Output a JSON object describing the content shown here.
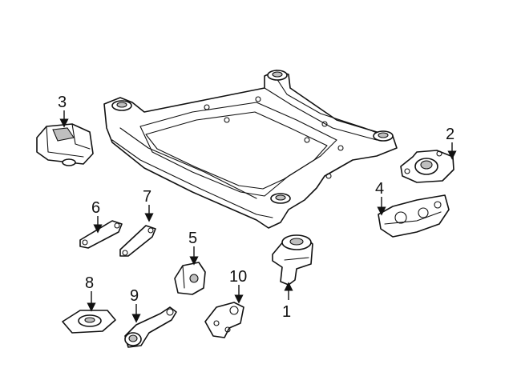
{
  "diagram": {
    "callouts": [
      {
        "id": "1",
        "label": "1"
      },
      {
        "id": "2",
        "label": "2"
      },
      {
        "id": "3",
        "label": "3"
      },
      {
        "id": "4",
        "label": "4"
      },
      {
        "id": "5",
        "label": "5"
      },
      {
        "id": "6",
        "label": "6"
      },
      {
        "id": "7",
        "label": "7"
      },
      {
        "id": "8",
        "label": "8"
      },
      {
        "id": "9",
        "label": "9"
      },
      {
        "id": "10",
        "label": "10"
      }
    ],
    "colors": {
      "line": "#111111",
      "background": "#ffffff",
      "shade": "#bfbfbf"
    }
  }
}
